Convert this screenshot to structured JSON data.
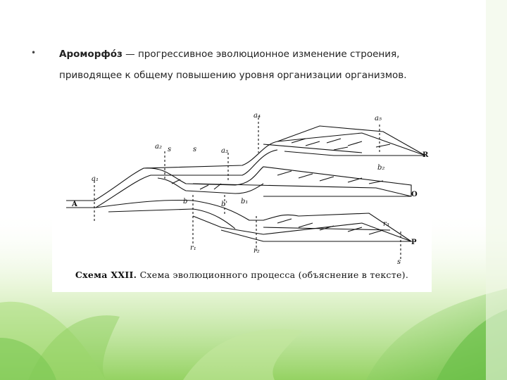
{
  "slide": {
    "bullet_symbol": "•",
    "term": "Ароморфо́з",
    "definition": " — прогрессивное эволюционное изменение строения, приводящее к общему повышению уровня организации организмов."
  },
  "figure": {
    "caption_prefix": "Схема XXII.",
    "caption_text": " Схема эволюционного процесса (объяснение в тексте).",
    "labels": {
      "A": "A",
      "a1": "a₁",
      "a2": "a₂",
      "a3": "a₃",
      "a4": "a₄",
      "a5": "a₅",
      "s1": "s",
      "s2": "s",
      "s3": "s",
      "b": "b",
      "b_prime": "b'",
      "b1": "b₁",
      "b2": "b₂",
      "r1": "r₁",
      "r2": "r₂",
      "r3": "r₃",
      "R": "R",
      "O": "O",
      "P": "P"
    }
  },
  "colors": {
    "accent_green": "#6cc04a",
    "light_green": "#c9e9a8",
    "line": "#111111"
  }
}
